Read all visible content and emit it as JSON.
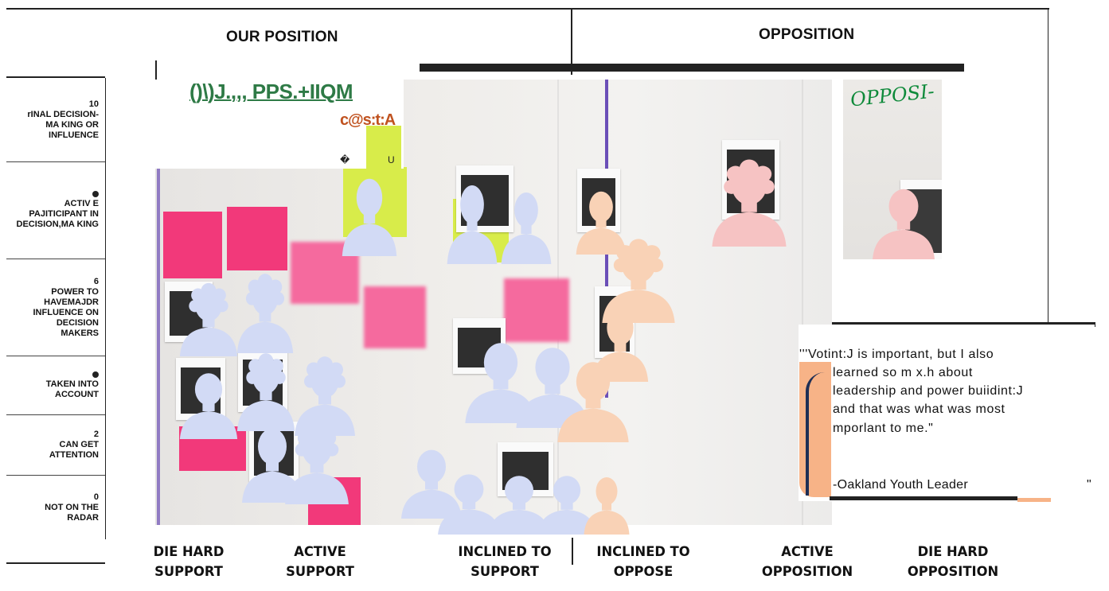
{
  "header": {
    "our_position": "OUR POSITION",
    "opposition": "OPPOSITION"
  },
  "power_scale": [
    {
      "value": "10",
      "label": "rINAL DECISION-MA KING OR INFLUENCE",
      "marker": "number"
    },
    {
      "value": "●",
      "label": "ACTIV E PAJITICIPANT IN DECISION,MA KING",
      "marker": "dot"
    },
    {
      "value": "6",
      "label": "POWER TO HAVEMAJDR INFLUENCE ON DECISION MAKERS",
      "marker": "number"
    },
    {
      "value": "●",
      "label": "TAKEN INTO ACCOUNT",
      "marker": "dot"
    },
    {
      "value": "2",
      "label": "CAN GET ATTENTION",
      "marker": "number"
    },
    {
      "value": "0",
      "label": "NOT ON THE RADAR",
      "marker": "number"
    }
  ],
  "photo_overlay": {
    "garbled_title": "()\\)J.,,, PPS.+IIQM",
    "garbled_sub": "c@s:t:A",
    "garbled_small_left": "�",
    "garbled_small_right": "U",
    "opposition_handwritten": "OPPOSI-"
  },
  "quote": {
    "lines": [
      "'''Votint:J is important, but I also",
      "learned so m x.h about",
      "leadership and power buiidint:J",
      "and that was what was most",
      "mporlant to me.\""
    ],
    "attribution": "-Oakland Youth Leader",
    "trailing_mark": "\""
  },
  "categories": [
    {
      "line1": "DIE HARD",
      "line2": "SUPPORT"
    },
    {
      "line1": "ACTIVE",
      "line2": "SUPPORT"
    },
    {
      "line1": "INCLINED TO",
      "line2": "SUPPORT"
    },
    {
      "line1": "INCLINED TO",
      "line2": "OPPOSE"
    },
    {
      "line1": "ACTIVE",
      "line2": "OPPOSITION"
    },
    {
      "line1": "DIE HARD",
      "line2": "OPPOSITION"
    }
  ],
  "colors": {
    "supporter": "#d2daf5",
    "inclined_oppose": "#f9d2b6",
    "opposition": "#f6c3c3",
    "sticky_pink": "#f2397a",
    "sticky_lime": "#d8ec4a",
    "quote_accent": "#f7b387"
  },
  "icons": {
    "person": "person-silhouette-icon"
  }
}
